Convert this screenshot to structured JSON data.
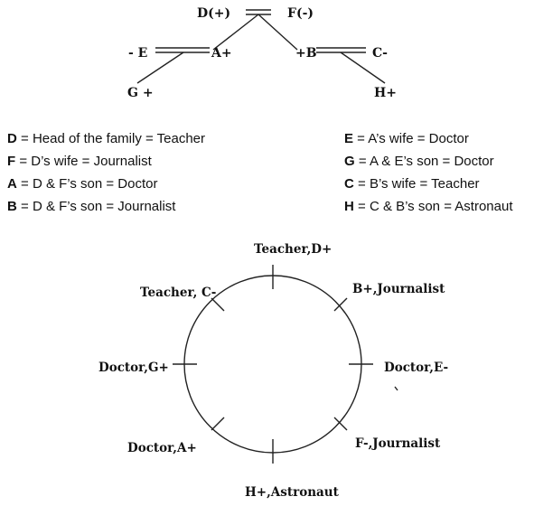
{
  "tree": {
    "d": "D(+)",
    "f": "F(-)",
    "e": "- E",
    "a": "A+",
    "b": "+B",
    "c": "C-",
    "g": "G +",
    "h": "H+"
  },
  "key": {
    "left": [
      {
        "letter": "D",
        "text": " = Head of the family = Teacher"
      },
      {
        "letter": "F",
        "text": " = D’s wife = Journalist"
      },
      {
        "letter": "A",
        "text": " = D & F’s son = Doctor"
      },
      {
        "letter": "B",
        "text": " = D & F’s son = Journalist"
      }
    ],
    "right": [
      {
        "letter": "E",
        "text": " = A’s wife = Doctor"
      },
      {
        "letter": "G",
        "text": " = A & E’s son = Doctor"
      },
      {
        "letter": "C",
        "text": " = B’s wife = Teacher"
      },
      {
        "letter": "H",
        "text": " = C & B’s son = Astronaut"
      }
    ]
  },
  "circle": {
    "top": "Teacher,D+",
    "top_right": "B+,Journalist",
    "right": "Doctor,E-",
    "bottom_right": "F-,Journalist",
    "bottom": "H+,Astronaut",
    "bottom_left": "Doctor,A+",
    "left": "Doctor,G+",
    "top_left": "Teacher, C-"
  }
}
